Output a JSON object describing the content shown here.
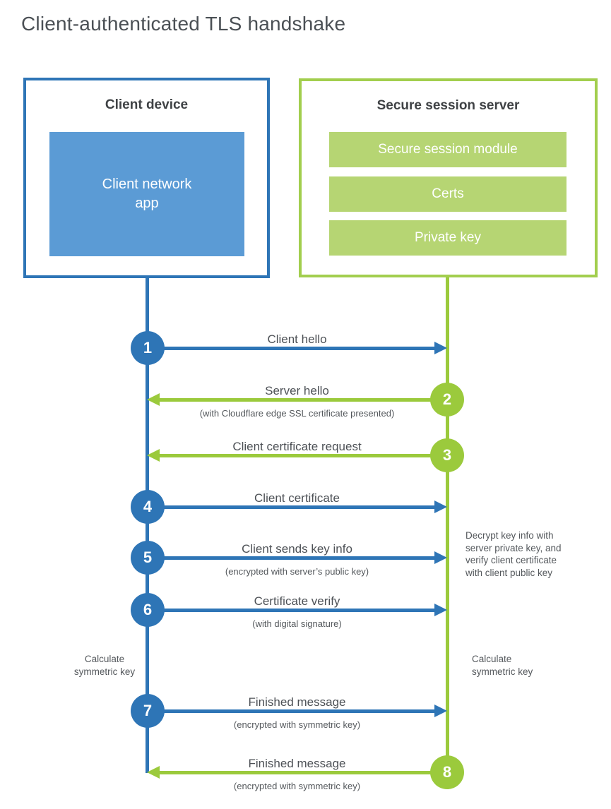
{
  "title": "Client-authenticated TLS handshake",
  "client": {
    "title": "Client device",
    "app": "Client network\napp"
  },
  "server": {
    "title": "Secure session server",
    "modules": [
      "Secure session module",
      "Certs",
      "Private key"
    ]
  },
  "steps": [
    {
      "num": "1",
      "from": "client",
      "to": "server",
      "label": "Client hello",
      "sub": ""
    },
    {
      "num": "2",
      "from": "server",
      "to": "client",
      "label": "Server hello",
      "sub": "(with Cloudflare edge SSL certificate presented)"
    },
    {
      "num": "3",
      "from": "server",
      "to": "client",
      "label": "Client certificate request",
      "sub": ""
    },
    {
      "num": "4",
      "from": "client",
      "to": "server",
      "label": "Client certificate",
      "sub": ""
    },
    {
      "num": "5",
      "from": "client",
      "to": "server",
      "label": "Client sends key info",
      "sub": "(encrypted with server’s public key)"
    },
    {
      "num": "6",
      "from": "client",
      "to": "server",
      "label": "Certificate verify",
      "sub": "(with digital signature)"
    },
    {
      "num": "7",
      "from": "client",
      "to": "server",
      "label": "Finished message",
      "sub": "(encrypted with symmetric key)"
    },
    {
      "num": "8",
      "from": "server",
      "to": "client",
      "label": "Finished message",
      "sub": "(encrypted with symmetric key)"
    }
  ],
  "annotations": {
    "decrypt_note": "Decrypt key info with\nserver private key, and\nverify client certificate\nwith client public key",
    "calc_left": "Calculate\nsymmetric key",
    "calc_right": "Calculate\nsymmetric key"
  },
  "colors": {
    "client_blue": "#2e75b6",
    "client_blue_fill": "#5b9bd5",
    "server_green": "#9bca3c",
    "server_green_fill": "#b6d573",
    "server_green_border": "#a2ce4e"
  }
}
